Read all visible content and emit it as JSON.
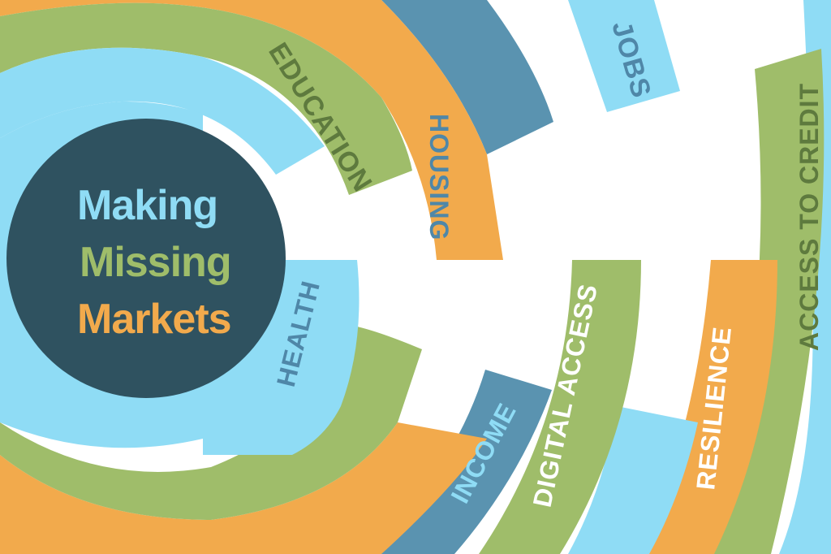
{
  "title": {
    "line1": "Making",
    "line2": "Missing",
    "line3": "Markets"
  },
  "labels": {
    "education": "EDUCATION",
    "housing": "HOUSING",
    "jobs": "JOBS",
    "access_to_credit": "ACCESS TO CREDIT",
    "health": "HEALTH",
    "digital_access": "DIGITAL ACCESS",
    "resilience": "RESILIENCE",
    "income": "INCOME"
  },
  "colors": {
    "navy": "#2f5260",
    "light_blue": "#8fdcf5",
    "green": "#9fbd6a",
    "orange": "#f2aa4c",
    "steel_blue": "#5a93b0",
    "label_blue_text": "#4f87a8",
    "label_green_text": "#5e7a3e",
    "label_white_text": "#ffffff"
  }
}
